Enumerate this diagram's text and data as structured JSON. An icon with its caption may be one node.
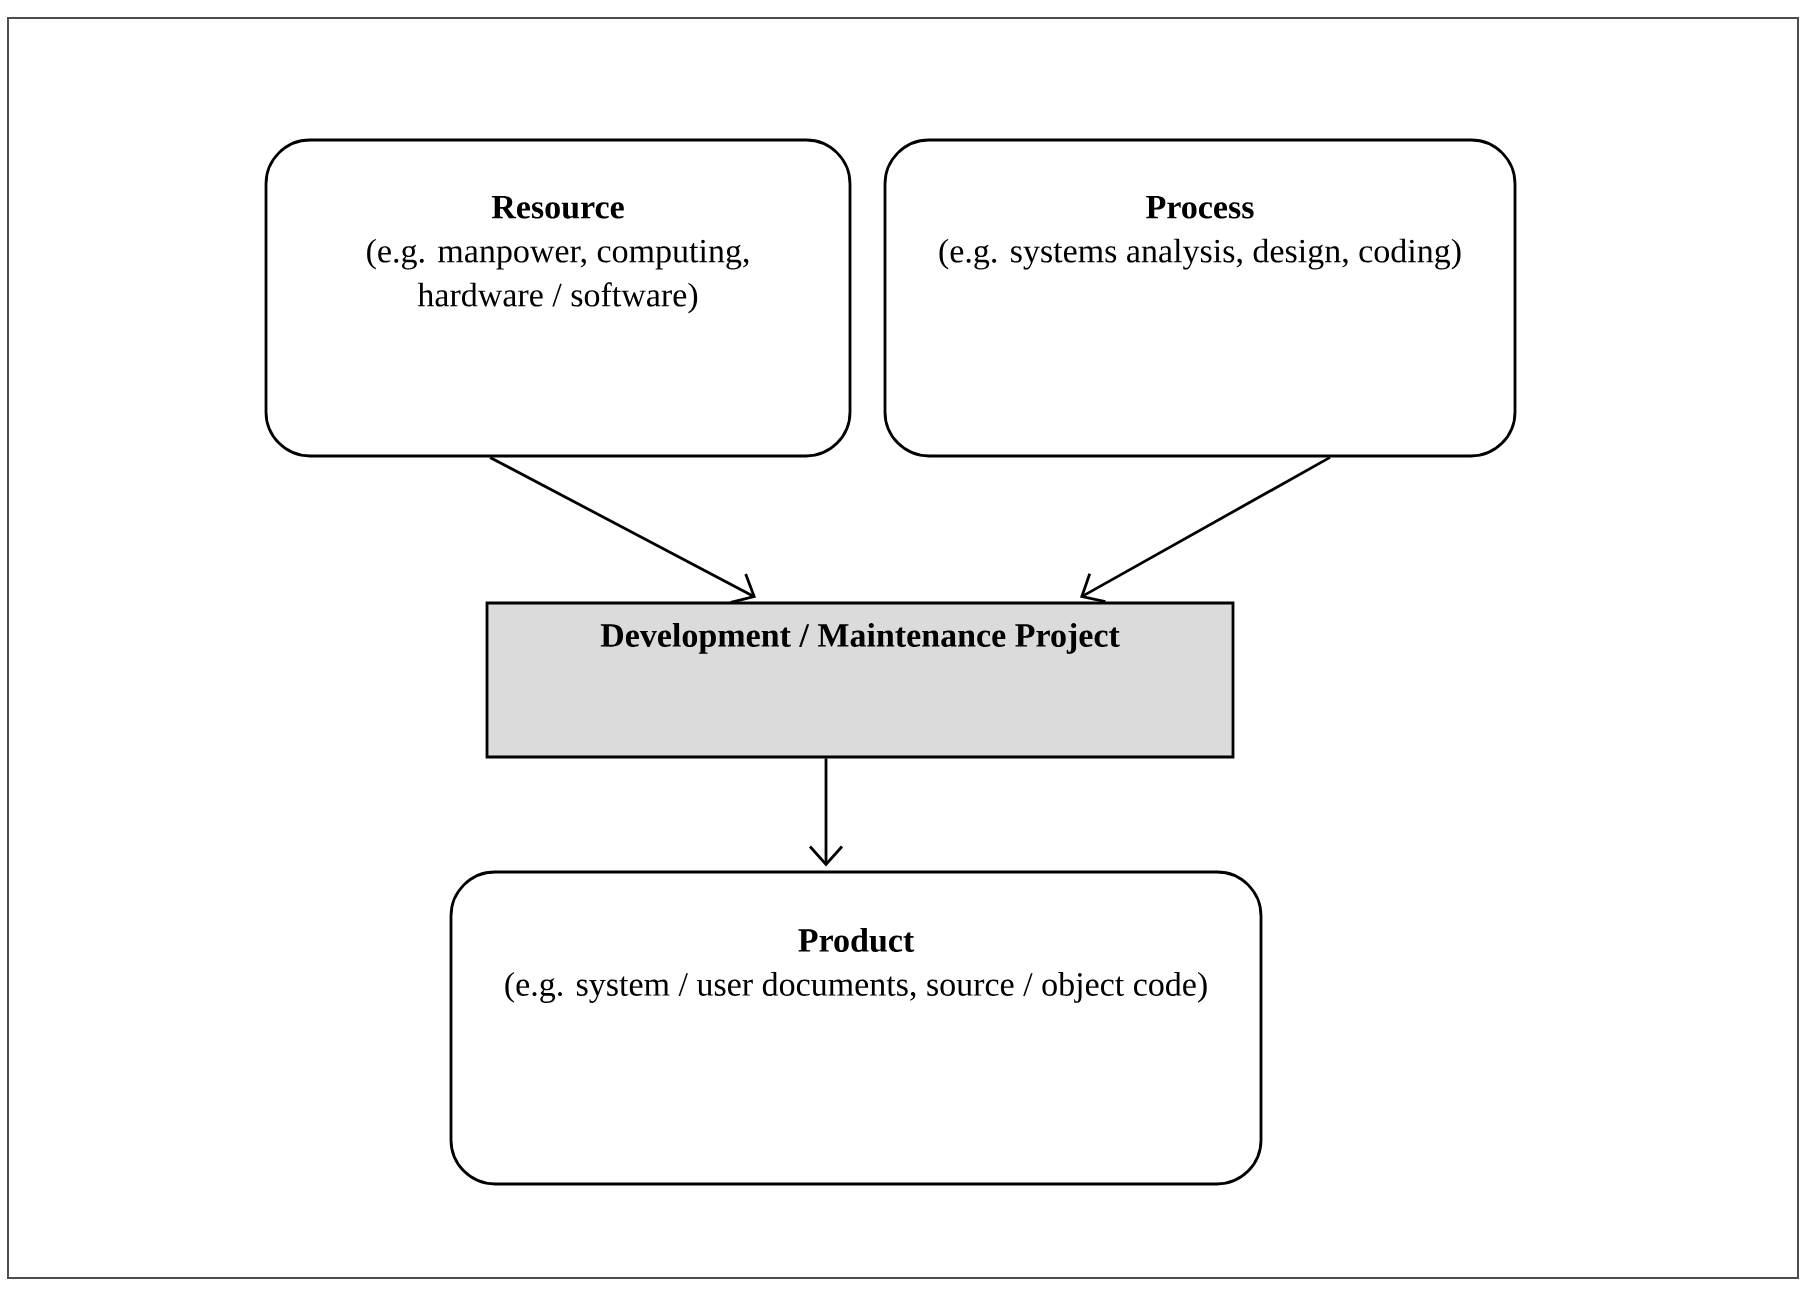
{
  "diagram": {
    "nodes": [
      {
        "text": [
          "Resource",
          "(e.g. manpower, computing, hardware / software)"
        ]
      },
      {
        "text": [
          "Process",
          "(e.g. systems analysis, design, coding)"
        ]
      },
      {
        "text": [
          "Development / Maintenance Project"
        ]
      },
      {
        "text": [
          "Product",
          "(e.g. system / user documents, source / object code)"
        ]
      }
    ],
    "edges": [
      {
        "from": 0,
        "to": 2,
        "arrow": "to"
      },
      {
        "from": 1,
        "to": 2,
        "arrow": "to"
      },
      {
        "from": 2,
        "to": 3,
        "arrow": "to"
      }
    ]
  }
}
